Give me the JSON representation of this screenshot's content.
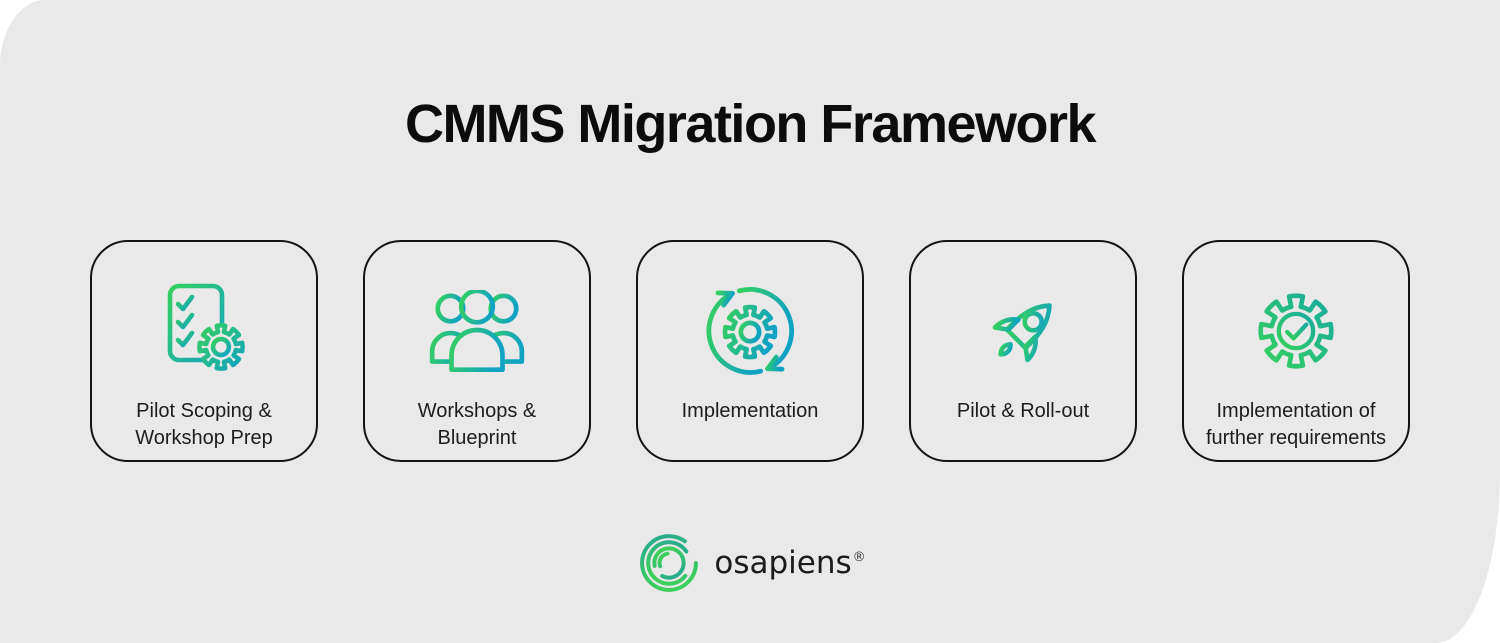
{
  "title": "CMMS Migration Framework",
  "theme": {
    "page_background": "#ffffff",
    "canvas_background": "#e9e9e9",
    "card_border": "#131313",
    "text_color": "#1d1d1d",
    "icon_green": "#35d05e",
    "icon_teal": "#11a2c4",
    "icon_teal_soft": "#18ab9f",
    "logo_teal": "#26a892",
    "logo_green": "#3dcf5b"
  },
  "steps": [
    {
      "label": "Pilot Scoping &\nWorkshop Prep",
      "icon": "checklist-gear-icon"
    },
    {
      "label": "Workshops &\nBlueprint",
      "icon": "people-group-icon"
    },
    {
      "label": "Implementation",
      "icon": "gear-cycle-icon"
    },
    {
      "label": "Pilot & Roll-out",
      "icon": "rocket-icon"
    },
    {
      "label": "Implementation of\nfurther requirements",
      "icon": "gear-check-icon"
    }
  ],
  "footer": {
    "brand": "osapiens",
    "registered_mark": "®"
  }
}
